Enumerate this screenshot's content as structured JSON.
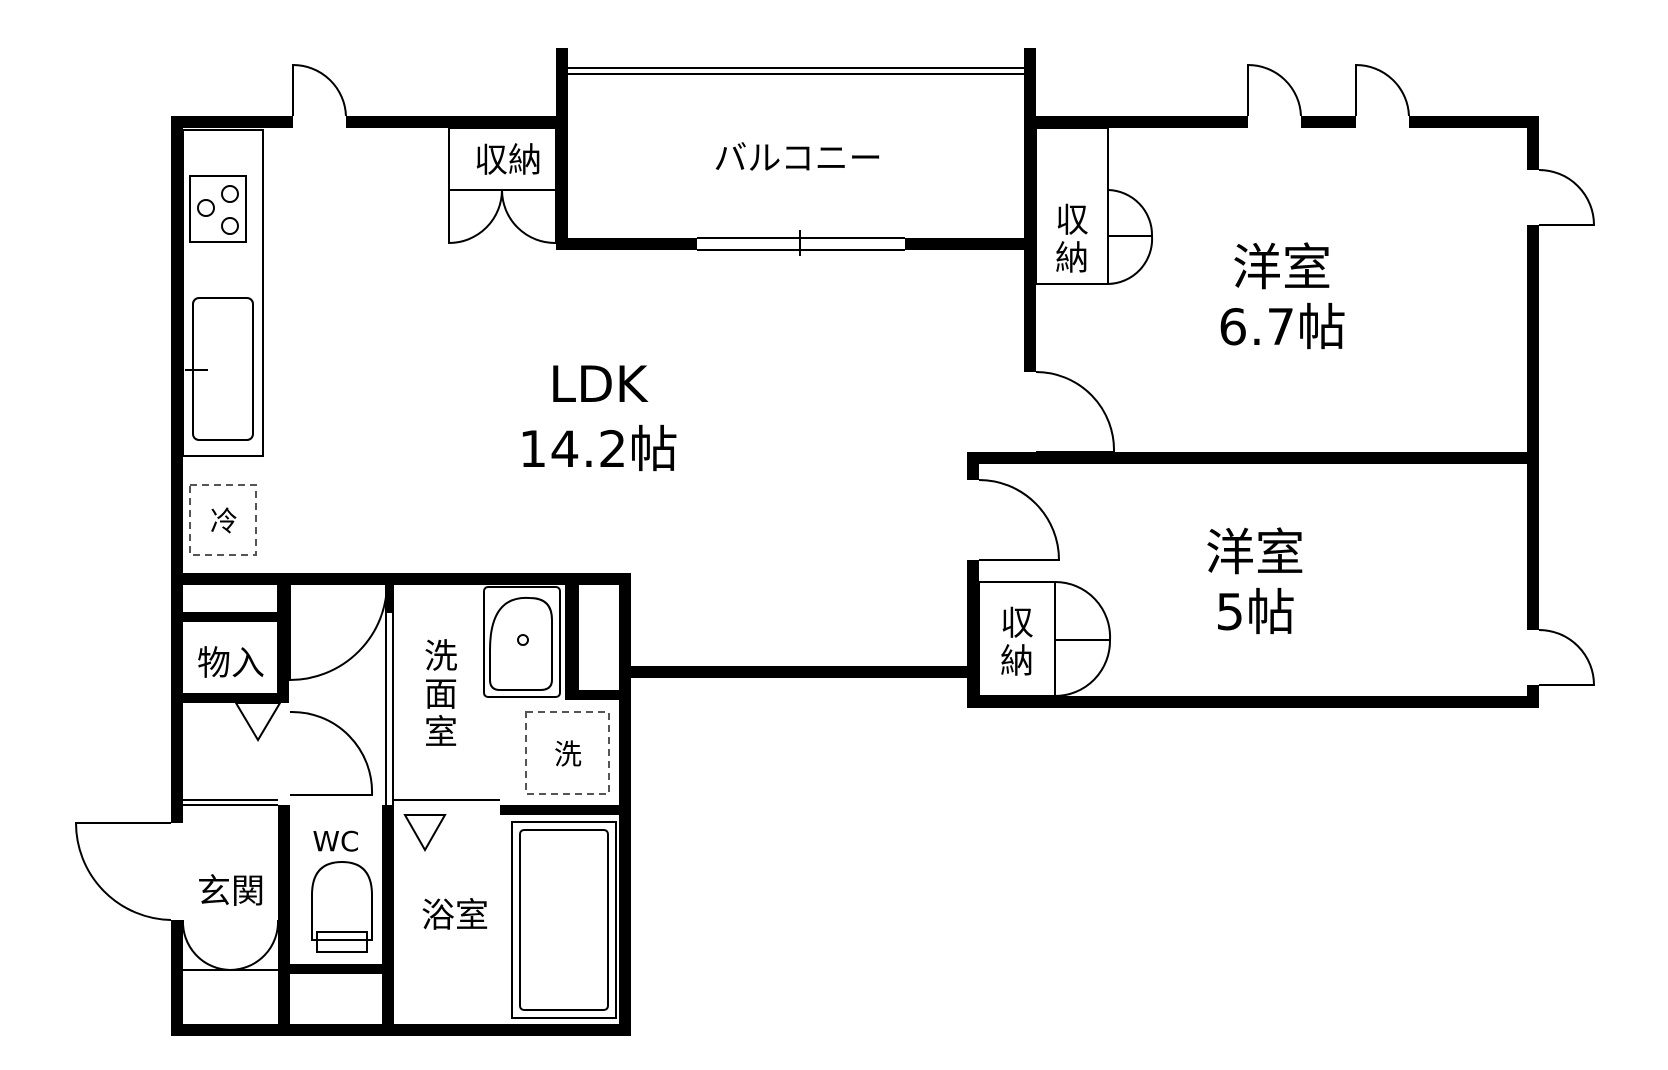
{
  "rooms": {
    "ldk_name": "LDK",
    "ldk_size": "14.2帖",
    "western1_name": "洋室",
    "western1_size": "6.7帖",
    "western2_name": "洋室",
    "western2_size": "5帖",
    "balcony": "バルコニー",
    "storage": "収納",
    "storage_v1": "収",
    "storage_v2": "納",
    "closet": "物入",
    "washroom_1": "洗",
    "washroom_2": "面",
    "washroom_3": "室",
    "washer": "洗",
    "fridge": "冷",
    "wc": "WC",
    "bath": "浴室",
    "entrance": "玄関"
  }
}
